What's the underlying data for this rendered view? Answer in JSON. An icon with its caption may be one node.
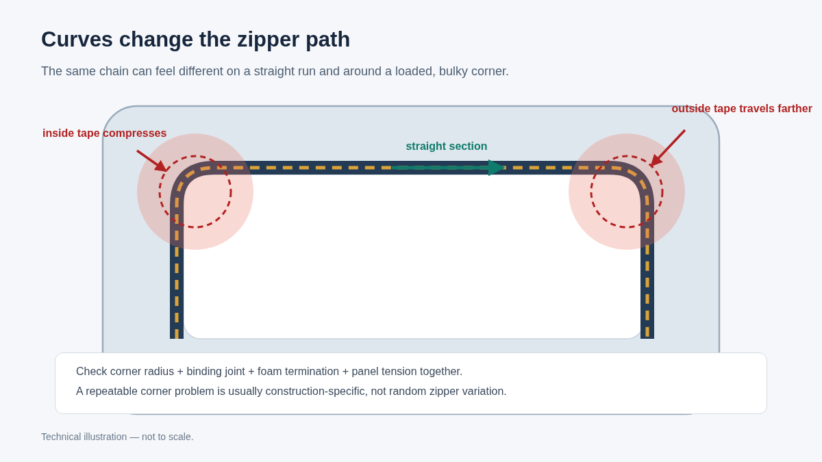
{
  "diagram": {
    "title": "Curves change the zipper path",
    "caption": "Technical illustration — not to scale.",
    "nodes": [
      {
        "text": [
          "inside tape compresses"
        ]
      },
      {
        "text": [],
        "shape": "circle"
      },
      {
        "text": [
          "outside tape travels farther"
        ]
      },
      {
        "text": [],
        "shape": "circle"
      },
      {
        "text": [
          "Check corner radius + binding joint + foam termination + panel tension together.",
          "A repeatable corner problem is usually construction-specific, not random zipper variation."
        ]
      }
    ],
    "edges": [
      {
        "from": 0,
        "to": 1,
        "arrow": "to"
      },
      {
        "from": 2,
        "to": 3,
        "arrow": "to"
      }
    ],
    "labels": [
      "The same chain can feel different on a straight run and around a loaded, bulky corner.",
      "straight section"
    ]
  }
}
